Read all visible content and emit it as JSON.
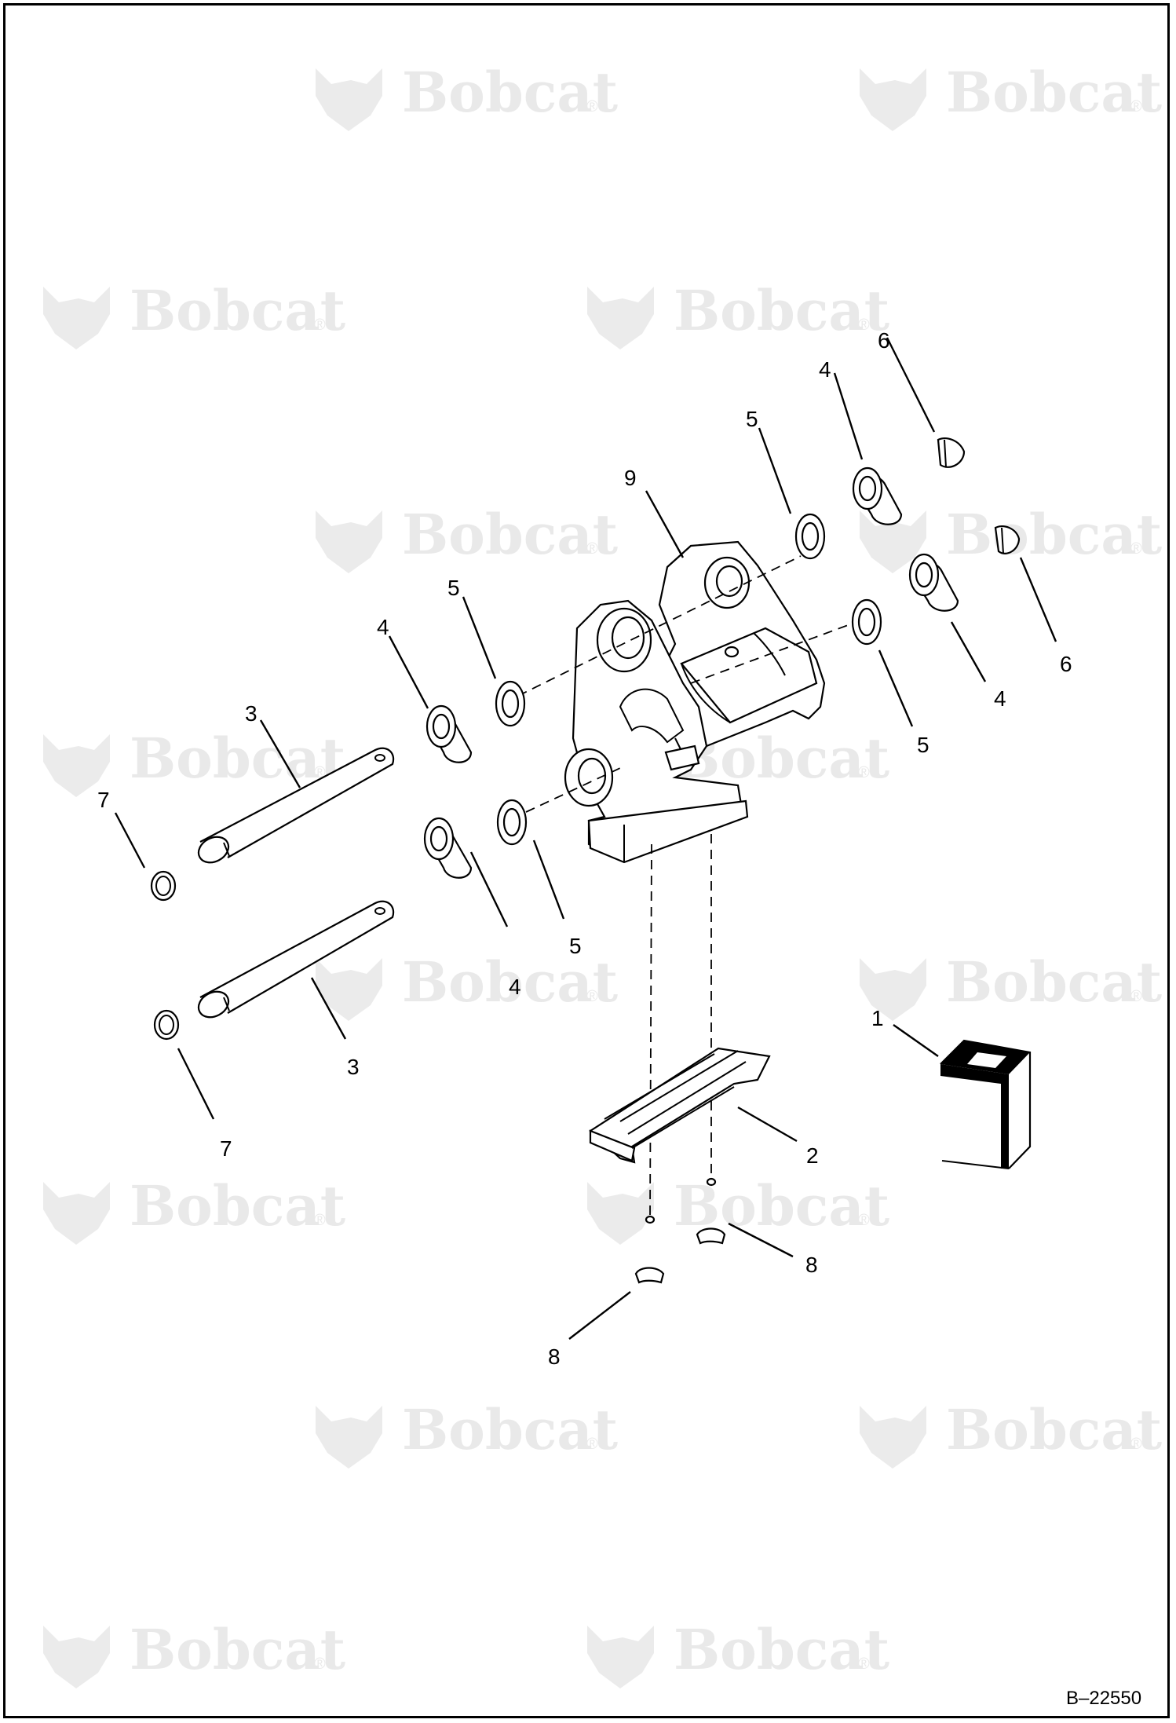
{
  "watermark": {
    "brand": "Bobcat",
    "registered": "®"
  },
  "drawing_number": "B–22550",
  "callouts": {
    "c1": "1",
    "c2": "2",
    "c3a": "3",
    "c3b": "3",
    "c4a": "4",
    "c4b": "4",
    "c4c": "4",
    "c4d": "4",
    "c5a": "5",
    "c5b": "5",
    "c5c": "5",
    "c5d": "5",
    "c6a": "6",
    "c6b": "6",
    "c7a": "7",
    "c7b": "7",
    "c8a": "8",
    "c8b": "8",
    "c9": "9"
  }
}
